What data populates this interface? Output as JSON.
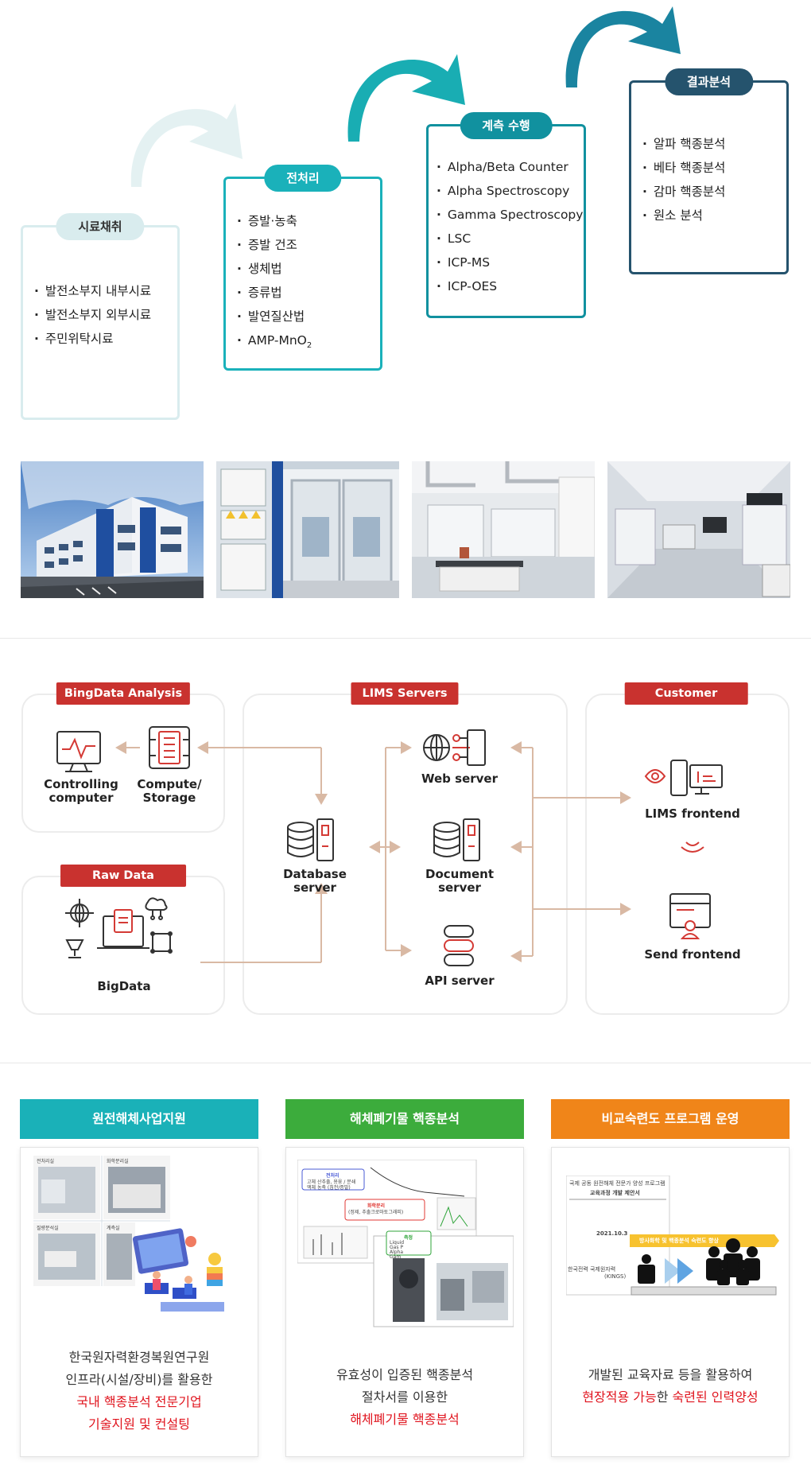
{
  "process": {
    "steps": [
      {
        "title": "시료채취",
        "items": [
          "발전소부지 내부시료",
          "발전소부지 외부시료",
          "주민위탁시료"
        ]
      },
      {
        "title": "전처리",
        "items": [
          "증발·농축",
          "증발 건조",
          "생체법",
          "증류법",
          "발연질산법"
        ],
        "last_item_main": "AMP-MnO",
        "last_item_sub": "2"
      },
      {
        "title": "계측 수행",
        "items": [
          "Alpha/Beta Counter",
          "Alpha Spectroscopy",
          "Gamma Spectroscopy",
          "LSC",
          "ICP-MS",
          "ICP-OES"
        ]
      },
      {
        "title": "결과분석",
        "items": [
          "알파 핵종분석",
          "베타 핵종분석",
          "감마 핵종분석",
          "원소 분석"
        ]
      }
    ],
    "colors": {
      "step1": "#d9ecee",
      "step2": "#1ab1ba",
      "step3": "#11919f",
      "step4": "#25536d",
      "arrow1": "#e4f1f2",
      "arrow2": "#19adb3",
      "arrow3": "#1a84a0"
    }
  },
  "architecture": {
    "groups": {
      "bigdata_analysis": "BingData Analysis",
      "lims_servers": "LIMS Servers",
      "customer": "Customer",
      "raw_data": "Raw Data"
    },
    "nodes": {
      "controlling_computer": "Controlling\ncomputer",
      "compute_storage": "Compute/\nStorage",
      "database_server": "Database\nserver",
      "web_server": "Web server",
      "document_server": "Document\nserver",
      "api_server": "API server",
      "lims_frontend": "LIMS frontend",
      "send_frontend": "Send frontend",
      "bigdata": "BigData"
    },
    "colors": {
      "tag": "#c9322f",
      "arrow": "#d9b9a4",
      "icon_accent": "#d43a35"
    }
  },
  "services": [
    {
      "title": "원전해체사업지원",
      "color": "#1ab1b8",
      "lines": [
        "한국원자력환경복원연구원",
        "인프라(시설/장비)를 활용한"
      ],
      "highlight_lines": [
        "국내 핵종분석 전문기업",
        "기술지원 및 컨설팅"
      ],
      "image_labels": [
        "전처리실",
        "화학분리실",
        "질량분석실",
        "계측실"
      ]
    },
    {
      "title": "해체폐기물 핵종분석",
      "color": "#3cac3c",
      "lines": [
        "유효성이 입증된 핵종분석",
        "절차서를 이용한"
      ],
      "highlight_lines": [
        "해체폐기물 핵종분석"
      ],
      "image_labels": [
        "전처리",
        "고체 산추출, 용융 / 분쇄",
        "액체 농축 (침전/증발)",
        "화학분리",
        "(정제, 추출크로마토그래피)",
        "측정",
        "Liquid",
        "Gas P",
        "Alpha",
        "Gam"
      ]
    },
    {
      "title": "비교숙련도 프로그램 운영",
      "color": "#f08519",
      "lines": [
        "개발된 교육자료 등을 활용하여"
      ],
      "highlight_prefix": "현장적용 가능",
      "highlight_mid": "한 ",
      "highlight_suffix": "숙련된 인력양성",
      "image_labels": [
        "국제 공동 원전해체 전문가 양성 프로그램",
        "교육과정 개발 제안서",
        "2021.10.3",
        "방사화학 및 핵종분석 숙련도 향상",
        "한국전력 국제원자력",
        "(KINGS)"
      ]
    }
  ]
}
